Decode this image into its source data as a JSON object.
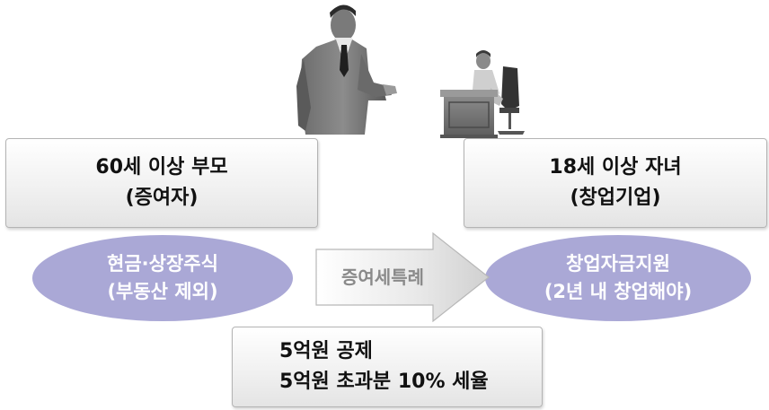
{
  "parent_box": {
    "line1": "60세 이상 부모",
    "line2": "(증여자)"
  },
  "child_box": {
    "line1": "18세 이상 자녀",
    "line2": "(창업기업)"
  },
  "left_ellipse": {
    "line1": "현금·상장주식",
    "line2": "(부동산 제외)"
  },
  "right_ellipse": {
    "line1": "창업자금지원",
    "line2": "(2년 내 창업해야)"
  },
  "arrow": {
    "label": "증여세특례"
  },
  "deduction_box": {
    "line1": "5억원 공제",
    "line2": "5억원 초과분 10% 세율"
  },
  "colors": {
    "ellipse_fill": "#aaa8d6",
    "arrow_fill": "#e0e0e0"
  }
}
